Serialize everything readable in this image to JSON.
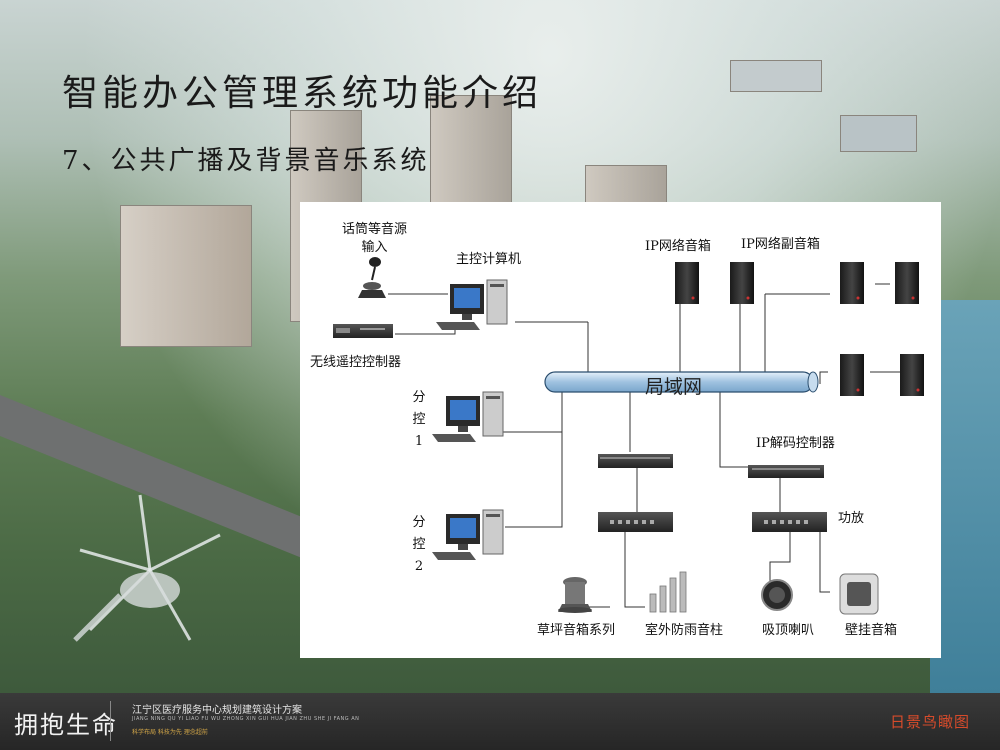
{
  "slide": {
    "title": "智能办公管理系统功能介绍",
    "subtitle": "7、公共广播及背景音乐系统"
  },
  "diagram": {
    "lan": "局域网",
    "mic_source_line1": "话筒等音源",
    "mic_source_line2": "输入",
    "main_computer": "主控计算机",
    "wireless_controller": "无线遥控控制器",
    "sub1_char1": "分",
    "sub1_char2": "控",
    "sub1_num": "1",
    "sub2_char1": "分",
    "sub2_char2": "控",
    "sub2_num": "2",
    "ip_speaker": "IP网络音箱",
    "ip_sub_speaker": "IP网络副音箱",
    "ip_decoder": "IP解码控制器",
    "amplifier": "功放",
    "lawn_speaker": "草坪音箱系列",
    "outdoor_column": "室外防雨音柱",
    "ceiling_speaker": "吸顶喇叭",
    "wall_speaker": "壁挂音箱"
  },
  "footer": {
    "brand": "拥抱生命",
    "project": "江宁区医疗服务中心规划建筑设计方案",
    "project_pinyin": "JIANG NING QU YI LIAO FU WU ZHONG XIN GUI HUA JIAN ZHU SHE JI FANG AN",
    "slogan": "科学布局  科技为先  理念超前",
    "view_label": "日景鸟瞰图"
  }
}
